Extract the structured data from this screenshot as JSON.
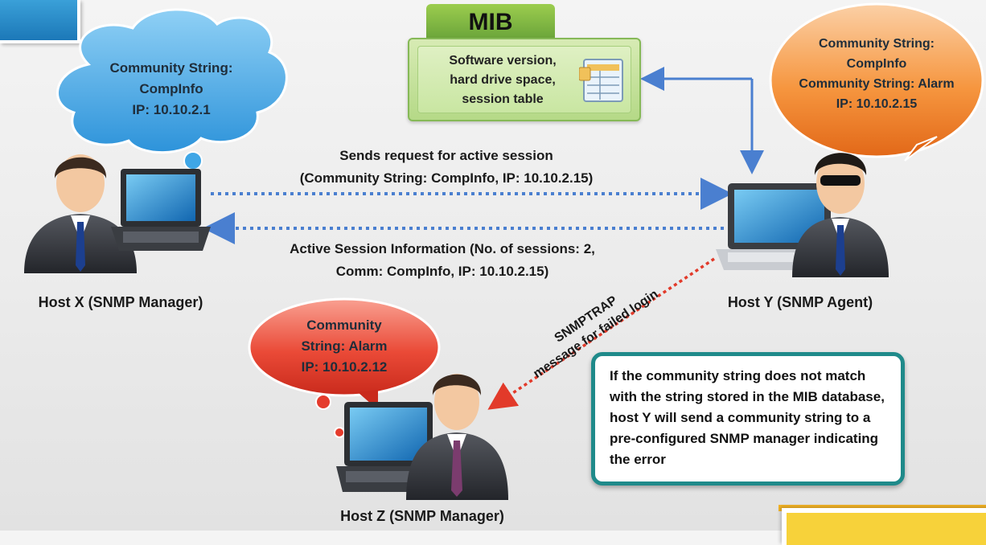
{
  "mib": {
    "title": "MIB",
    "lines": [
      "Software version,",
      "hard drive space,",
      "session table"
    ]
  },
  "host_x": {
    "label": "Host X (SNMP Manager)",
    "bubble": [
      "Community String:",
      "CompInfo",
      "IP: 10.10.2.1"
    ]
  },
  "host_y": {
    "label": "Host Y (SNMP Agent)",
    "bubble": [
      "Community String:",
      "CompInfo",
      "Community String: Alarm",
      "IP: 10.10.2.15"
    ]
  },
  "host_z": {
    "label": "Host Z (SNMP Manager)",
    "bubble": [
      "Community",
      "String: Alarm",
      "IP: 10.10.2.12"
    ]
  },
  "request": {
    "lines": [
      "Sends request for active session",
      "(Community String: CompInfo, IP: 10.10.2.15)"
    ]
  },
  "response": {
    "lines": [
      "Active Session Information (No. of sessions: 2,",
      "Comm: CompInfo, IP: 10.10.2.15)"
    ]
  },
  "trap": {
    "lines": [
      "SNMPTRAP",
      "message for failed login"
    ]
  },
  "note": {
    "text": "If the community string does not match with the string stored in the MIB database, host Y will send a community string to a pre-configured SNMP manager indicating the error"
  },
  "colors": {
    "blue_arrow": "#4a7fd0",
    "red_arrow": "#e23a2a",
    "cloud_blue": "#3fa6e6",
    "bubble_orange": "#f07a22",
    "bubble_red": "#e53b2c",
    "mib_green": "#8cc44b",
    "note_border": "#1f8a8a"
  }
}
